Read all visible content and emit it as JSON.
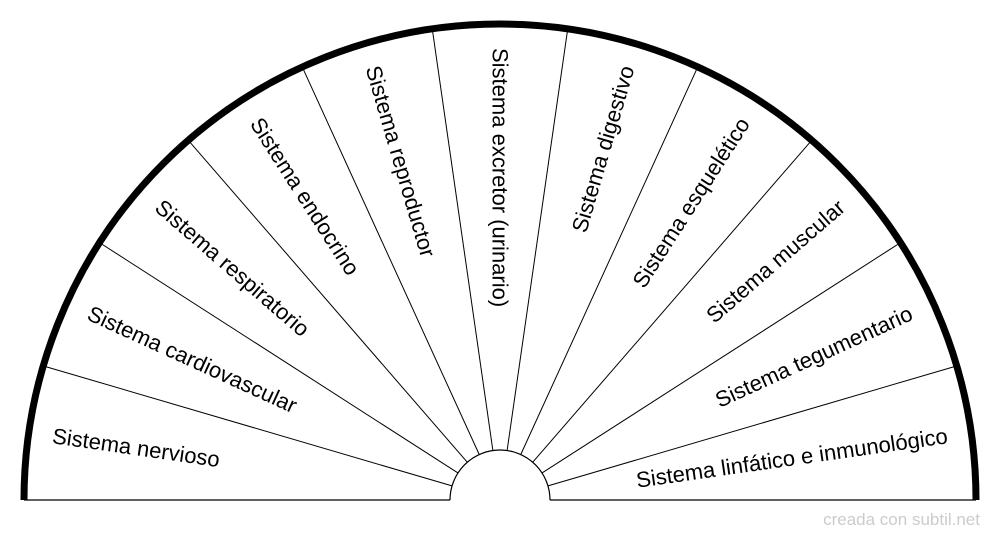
{
  "diagram": {
    "segments": [
      {
        "label": "Sistema nervioso"
      },
      {
        "label": "Sistema cardiovascular"
      },
      {
        "label": "Sistema respiratorio"
      },
      {
        "label": "Sistema endocrino"
      },
      {
        "label": "Sistema reproductor"
      },
      {
        "label": "Sistema excretor (urinario)"
      },
      {
        "label": "Sistema digestivo"
      },
      {
        "label": "Sistema esquelético"
      },
      {
        "label": "Sistema muscular"
      },
      {
        "label": "Sistema tegumentario"
      },
      {
        "label": "Sistema linfático e inmunológico"
      }
    ],
    "colors": {
      "outline": "#000000",
      "divider": "#000000",
      "fill": "#ffffff"
    }
  },
  "footer": {
    "watermark": "creada con subtil.net",
    "watermark_color": "#cccccc"
  }
}
